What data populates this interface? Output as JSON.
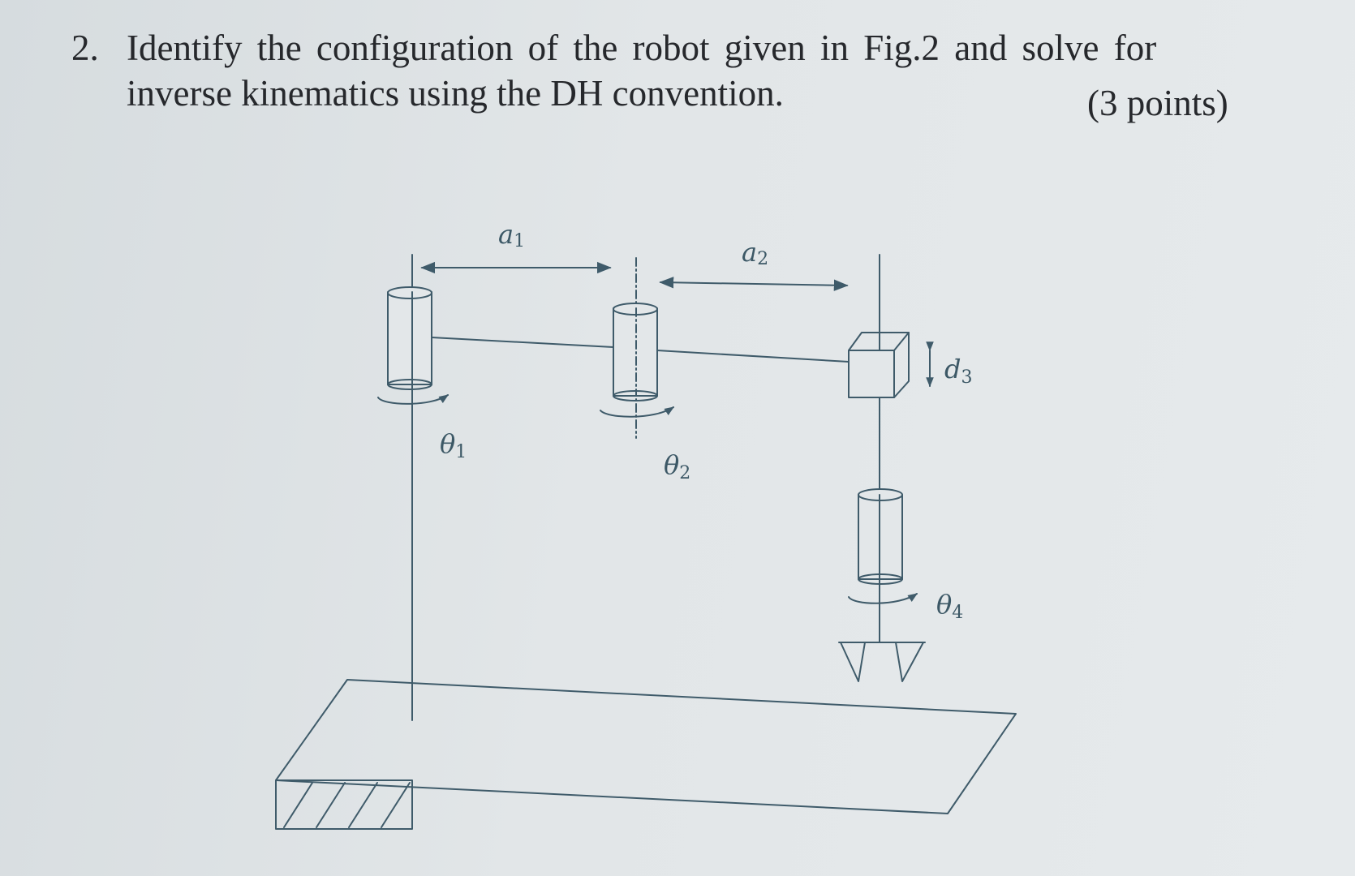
{
  "question": {
    "number": "2.",
    "line1": "Identify the configuration of the robot given in Fig.2 and solve for",
    "line2": "inverse kinematics using the DH convention.",
    "points": "(3 points)"
  },
  "figure": {
    "labels": {
      "a1": {
        "symbol": "a",
        "sub": "1"
      },
      "a2": {
        "symbol": "a",
        "sub": "2"
      },
      "d3": {
        "symbol": "d",
        "sub": "3"
      },
      "theta1": {
        "symbol": "θ",
        "sub": "1"
      },
      "theta2": {
        "symbol": "θ",
        "sub": "2"
      },
      "theta4": {
        "symbol": "θ",
        "sub": "4"
      }
    },
    "line_color": "#3f5b6a"
  }
}
